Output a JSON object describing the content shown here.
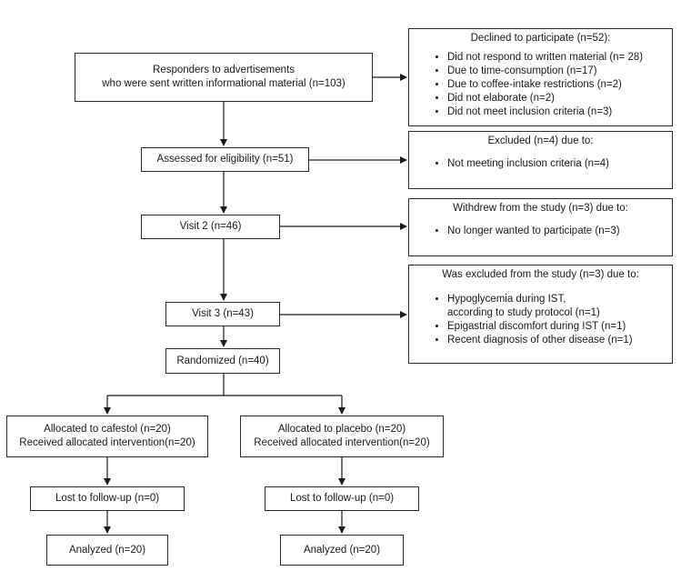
{
  "flow": {
    "responders": [
      "Responders to advertisements",
      "who were sent written informational material (n=103)"
    ],
    "assessed": "Assessed for eligibility (n=51)",
    "visit2": "Visit 2 (n=46)",
    "visit3": "Visit 3 (n=43)",
    "randomized": "Randomized (n=40)",
    "cafestol": {
      "allocated": "Allocated to cafestol (n=20)",
      "received": "Received allocated intervention(n=20)",
      "lost": "Lost to follow-up (n=0)",
      "analyzed": "Analyzed (n=20)"
    },
    "placebo": {
      "allocated": "Allocated to placebo (n=20)",
      "received": "Received allocated intervention(n=20)",
      "lost": "Lost to follow-up (n=0)",
      "analyzed": "Analyzed (n=20)"
    }
  },
  "exclusions": {
    "declined": {
      "title": "Declined to participate (n=52):",
      "items": [
        "Did not respond to written material (n= 28)",
        "Due to time-consumption (n=17)",
        "Due to coffee-intake restrictions (n=2)",
        "Did not elaborate (n=2)",
        "Did not meet inclusion criteria (n=3)"
      ]
    },
    "excluded": {
      "title": "Excluded (n=4) due to:",
      "items": [
        "Not meeting inclusion criteria (n=4)"
      ]
    },
    "withdrew": {
      "title": "Withdrew from the study (n=3) due to:",
      "items": [
        "No longer wanted to participate (n=3)"
      ]
    },
    "was_excluded": {
      "title": "Was excluded from the study (n=3) due to:",
      "items": [
        [
          "Hypoglycemia during IST,",
          "according to study protocol (n=1)"
        ],
        "Epigastrial discomfort during IST (n=1)",
        "Recent diagnosis of other disease (n=1)"
      ]
    }
  }
}
